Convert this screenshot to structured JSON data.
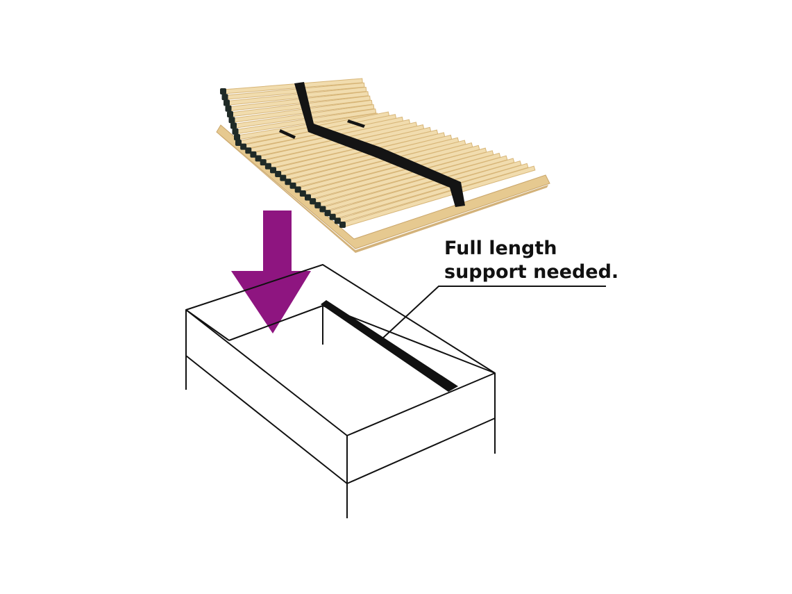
{
  "callout": {
    "line1": "Full length",
    "line2": "support needed."
  },
  "colors": {
    "arrow": "#8e1580",
    "wood_light": "#f1dcae",
    "wood_dark": "#d7b577",
    "strap": "#141414",
    "clip": "#1f2a27",
    "outline": "#111111"
  },
  "slatted_frame": {
    "head_slats": 9,
    "body_slats": 22
  }
}
